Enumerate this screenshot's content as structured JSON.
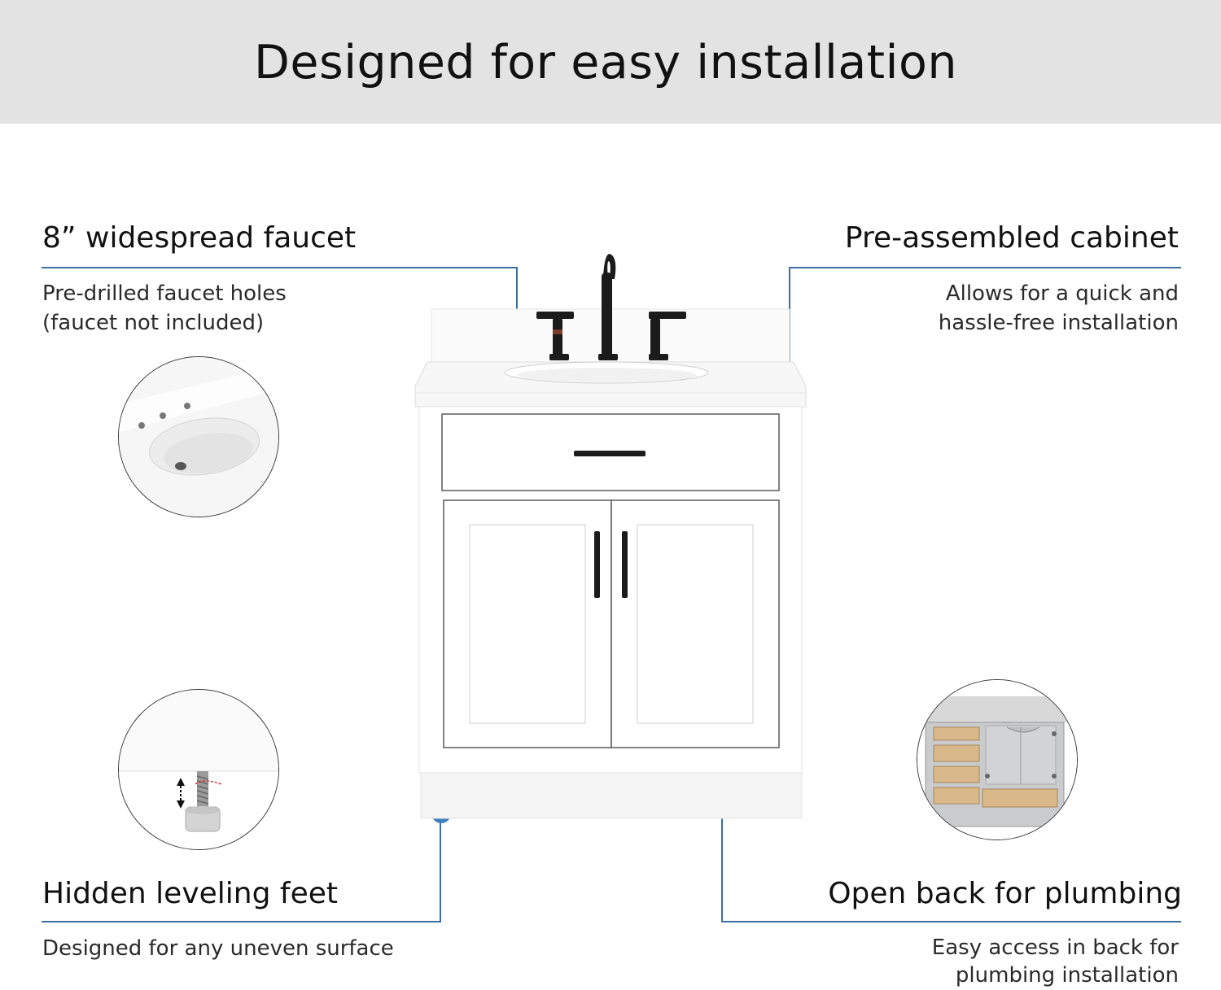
{
  "header": {
    "title": "Designed for easy installation"
  },
  "features": {
    "faucet": {
      "title": "8” widespread faucet",
      "desc_line1": "Pre-drilled faucet holes",
      "desc_line2": "(faucet not included)"
    },
    "cabinet": {
      "title": "Pre-assembled cabinet",
      "desc_line1": "Allows for  a quick and",
      "desc_line2": "hassle-free installation"
    },
    "feet": {
      "title": "Hidden leveling feet",
      "desc_line1": "Designed for any uneven surface"
    },
    "plumbing": {
      "title": "Open back for plumbing",
      "desc_line1": "Easy access in back for",
      "desc_line2": "plumbing installation"
    }
  },
  "colors": {
    "header_bg": "#e3e3e3",
    "callout_line": "#3b6f9e",
    "callout_dot": "#3f80c0",
    "hardware": "#1b1b1b",
    "wood": "#d9b98a"
  }
}
